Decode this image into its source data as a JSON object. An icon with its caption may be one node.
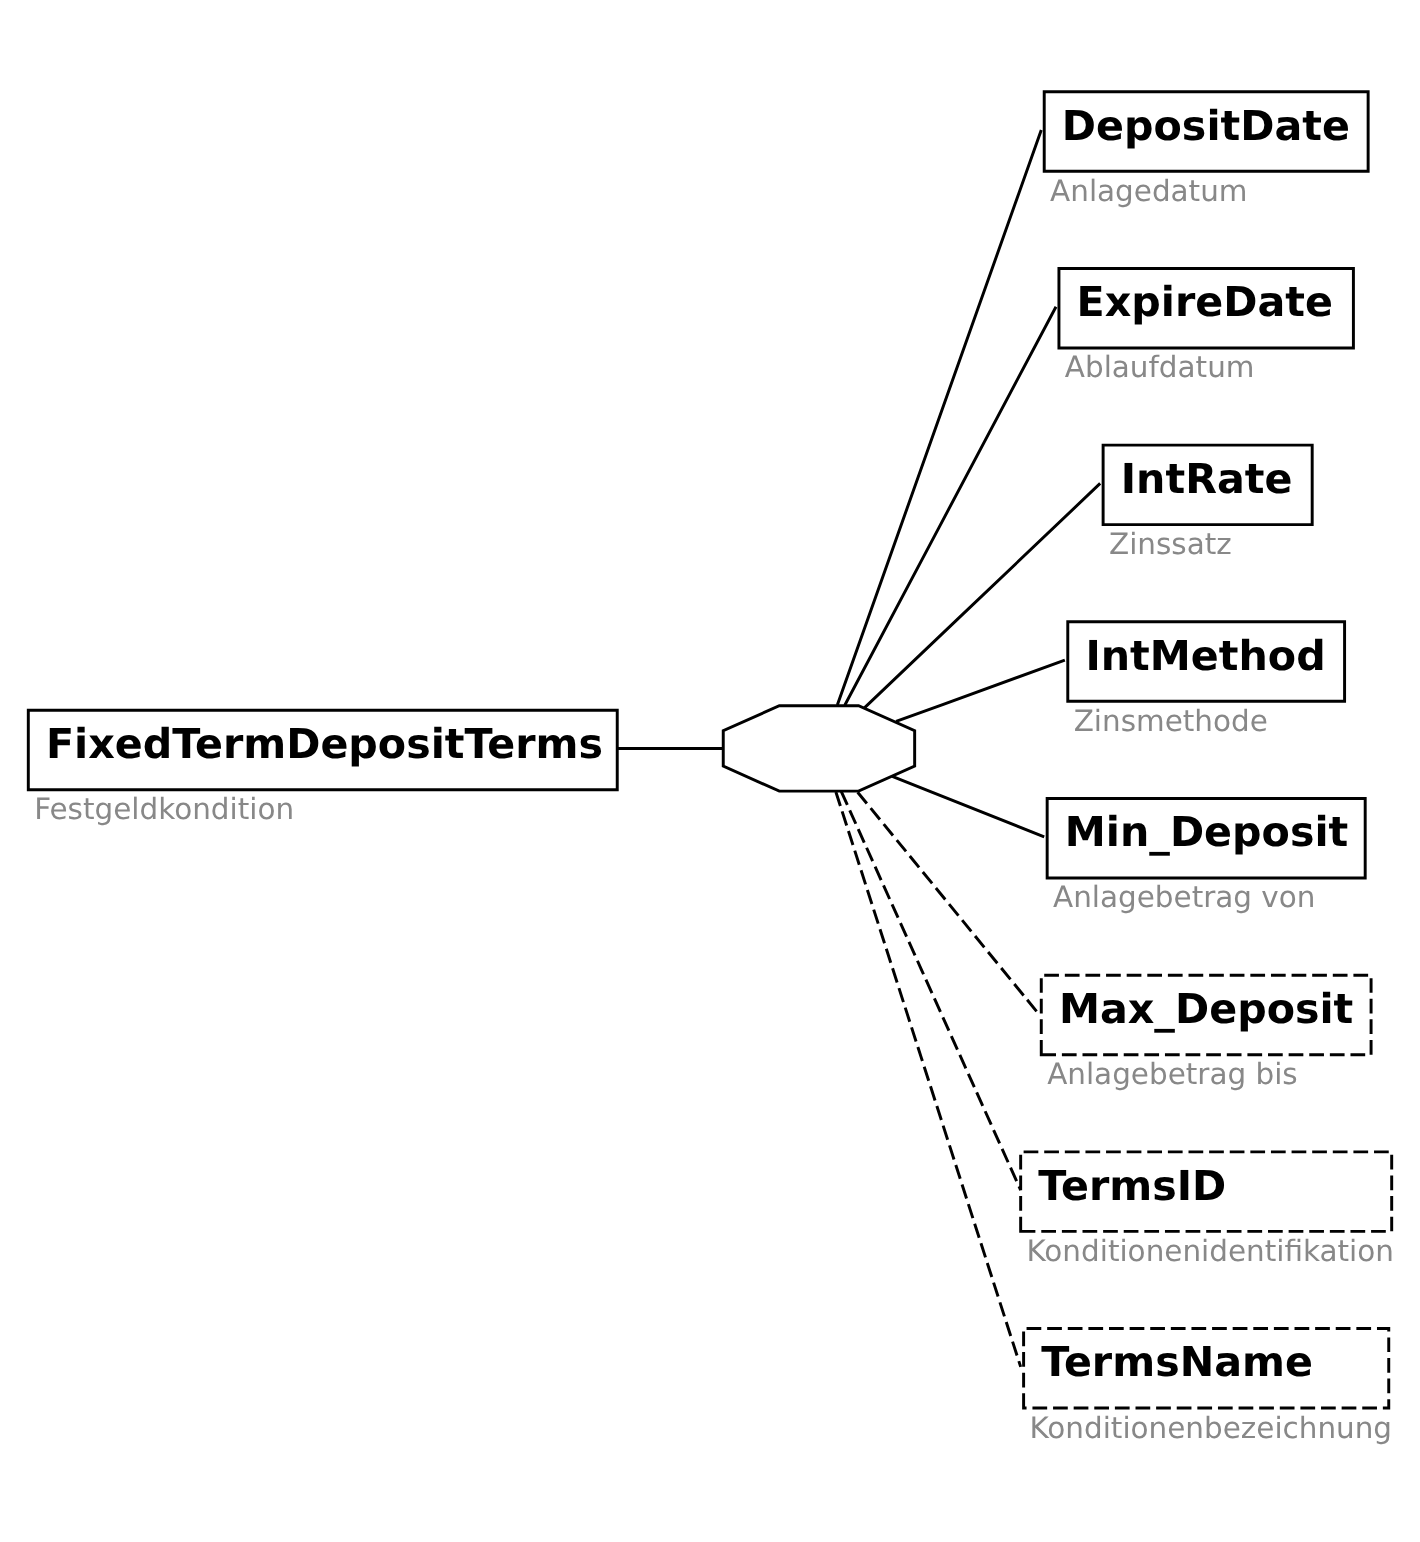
{
  "diagram": {
    "nodes": [
      {
        "text": [
          "FixedTermDepositTerms"
        ],
        "beside": [
          "Festgeldkondition"
        ]
      },
      {
        "text": [],
        "shape": "octagon"
      },
      {
        "text": [
          "DepositDate"
        ],
        "beside": [
          "Anlagedatum"
        ]
      },
      {
        "text": [
          "ExpireDate"
        ],
        "beside": [
          "Ablaufdatum"
        ]
      },
      {
        "text": [
          "IntRate"
        ],
        "beside": [
          "Zinssatz"
        ]
      },
      {
        "text": [
          "IntMethod"
        ],
        "beside": [
          "Zinsmethode"
        ]
      },
      {
        "text": [
          "Min_Deposit"
        ],
        "beside": [
          "Anlagebetrag von"
        ]
      },
      {
        "text": [
          "Max_Deposit"
        ],
        "beside": [
          "Anlagebetrag bis"
        ]
      },
      {
        "text": [
          "TermsID"
        ],
        "beside": [
          "Konditionenidentifikation"
        ]
      },
      {
        "text": [
          "TermsName"
        ],
        "beside": [
          "Konditionenbezeichnung"
        ]
      }
    ],
    "edges": [
      {
        "from": 0,
        "to": 1,
        "arrow": "none"
      },
      {
        "from": 1,
        "to": 2,
        "arrow": "none"
      },
      {
        "from": 1,
        "to": 3,
        "arrow": "none"
      },
      {
        "from": 1,
        "to": 4,
        "arrow": "none"
      },
      {
        "from": 1,
        "to": 5,
        "arrow": "none"
      },
      {
        "from": 1,
        "to": 6,
        "arrow": "none"
      },
      {
        "from": 1,
        "to": 7,
        "arrow": "none",
        "style": "dashed"
      },
      {
        "from": 1,
        "to": 8,
        "arrow": "none",
        "style": "dashed"
      },
      {
        "from": 1,
        "to": 9,
        "arrow": "none",
        "style": "dashed"
      }
    ]
  }
}
